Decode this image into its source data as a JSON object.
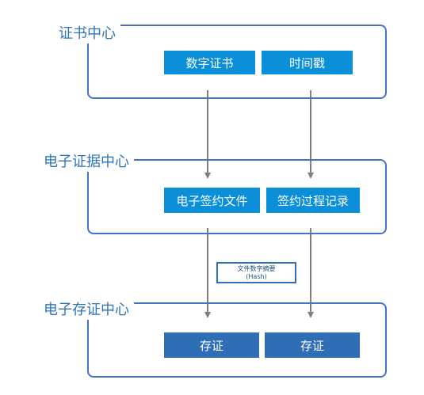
{
  "sections": {
    "cert_center": {
      "title": "证书中心",
      "nodes": [
        "数字证书",
        "时间戳"
      ]
    },
    "evidence_center": {
      "title": "电子证据中心",
      "nodes": [
        "电子签约文件",
        "签约过程记录"
      ]
    },
    "storage_center": {
      "title": "电子存证中心",
      "nodes": [
        "存证",
        "存证"
      ]
    }
  },
  "hash_note": {
    "line1": "文件数字摘要",
    "line2": "(Hash)"
  },
  "colors": {
    "panel_border": "#4472c4",
    "title_text": "#2e75b6",
    "node_light": "#0a8fd8",
    "node_dark": "#2f6db5",
    "arrow": "#7f7f7f"
  },
  "edges": [
    {
      "from": "数字证书",
      "to": "电子签约文件"
    },
    {
      "from": "时间戳",
      "to": "签约过程记录"
    },
    {
      "from": "电子签约文件",
      "to": "存证"
    },
    {
      "from": "签约过程记录",
      "to": "存证"
    }
  ]
}
